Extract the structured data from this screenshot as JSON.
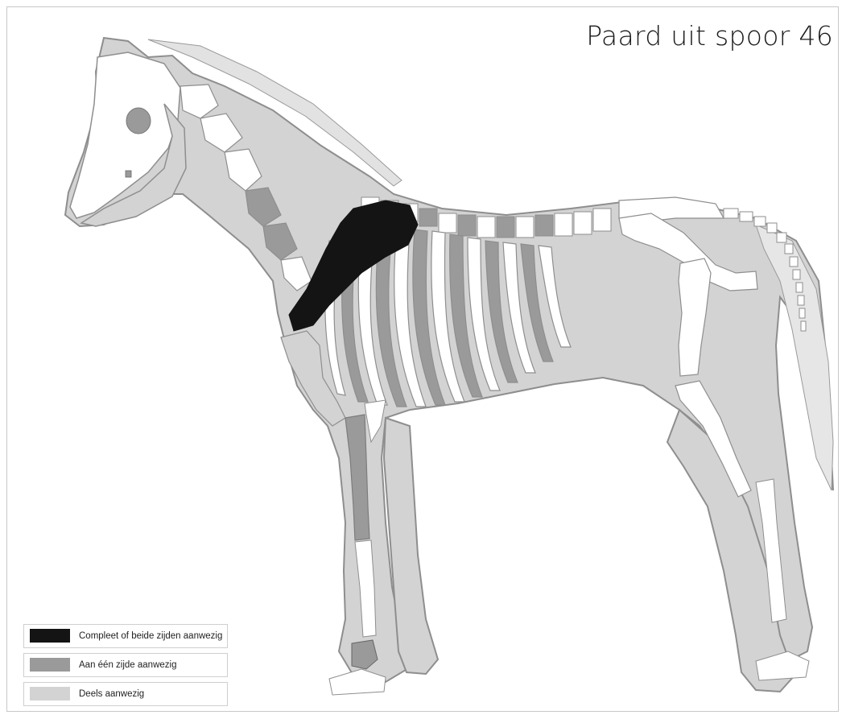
{
  "title": "Paard uit spoor 46",
  "colors": {
    "complete": "#141414",
    "one_side": "#9a9a9a",
    "partial": "#d3d3d3",
    "bone_absent": "#ffffff",
    "outline": "#8e8e8e"
  },
  "legend": [
    {
      "label": "Compleet of beide zijden aanwezig",
      "color": "#141414"
    },
    {
      "label": "Aan één zijde aanwezig",
      "color": "#9a9a9a"
    },
    {
      "label": "Deels aanwezig",
      "color": "#d3d3d3"
    }
  ]
}
